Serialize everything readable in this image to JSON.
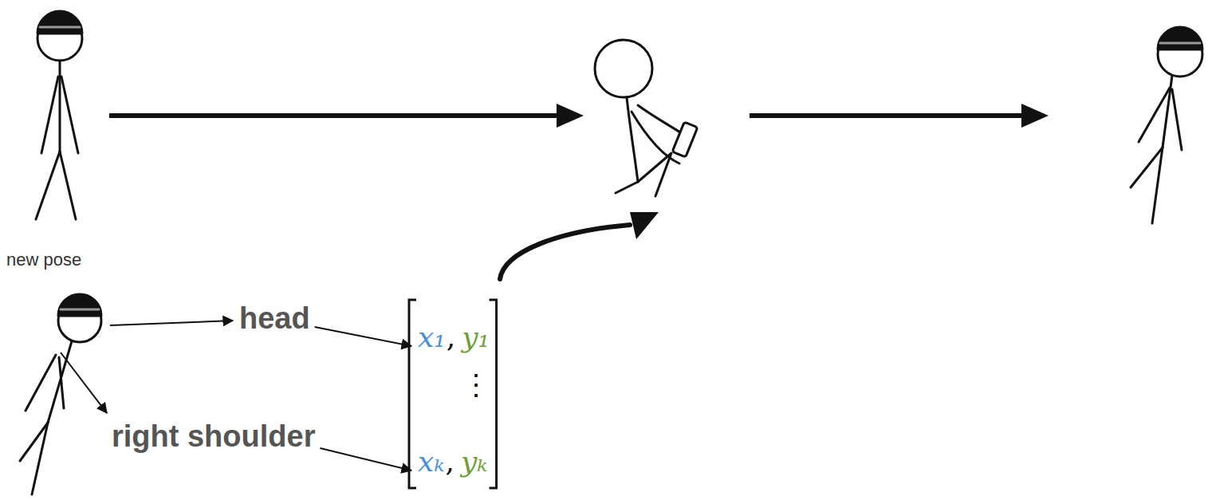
{
  "diagram": {
    "labels": [
      "new pose",
      "head",
      "right shoulder",
      "x₁",
      ",",
      "y₁",
      "⋮",
      "xₖ",
      ",",
      "yₖ"
    ]
  }
}
